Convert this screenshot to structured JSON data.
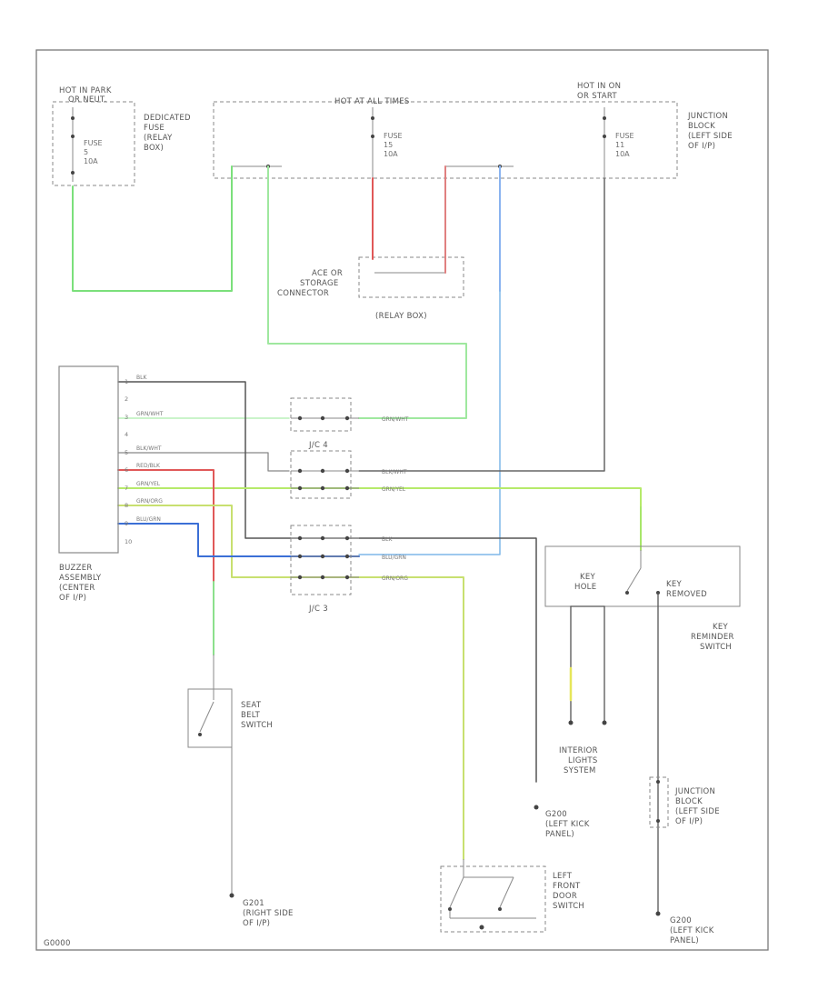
{
  "colors": {
    "green": "#7be07b",
    "orange_green": "#a8e66a",
    "red": "#e05858",
    "blue": "#3b6fd6",
    "light_blue": "#7fb7e8",
    "black": "#555555",
    "yellow": "#e6e65a",
    "frame": "#7a7a7a"
  },
  "power": {
    "hot_in_park": [
      "HOT IN PARK",
      "OR NEUT."
    ],
    "fuse5": [
      "FUSE",
      "5",
      "10A"
    ],
    "dedicated_fuse": [
      "DEDICATED",
      "FUSE",
      "(RELAY",
      "BOX)"
    ],
    "hot_at_all_times": "HOT AT ALL TIMES",
    "fuse15": [
      "FUSE",
      "15",
      "10A"
    ],
    "hot_in_on": [
      "HOT IN ON",
      "OR START"
    ],
    "fuse11": [
      "FUSE",
      "11",
      "10A"
    ],
    "junction_block": [
      "JUNCTION",
      "BLOCK",
      "(LEFT SIDE",
      "OF I/P)"
    ]
  },
  "relay": {
    "storage": [
      "ACE OR",
      "STORAGE",
      "CONNECTOR"
    ],
    "relay_box": "(RELAY BOX)"
  },
  "buzzer": {
    "label": [
      "BUZZER",
      "ASSEMBLY",
      "(CENTER",
      "OF I/P)"
    ],
    "pins": [
      "1",
      "2",
      "3",
      "4",
      "5",
      "6",
      "7",
      "8",
      "9",
      "10"
    ],
    "wire_labels": [
      "BLK",
      "GRN/WHT",
      "BLK/WHT",
      "RED/BLK",
      "GRN/YEL",
      "GRN/ORG",
      "BLU/GRN"
    ]
  },
  "jc": {
    "jc4": "J/C 4",
    "jc3": "J/C 3",
    "wires": [
      "GRN/WHT",
      "BLK/WHT",
      "GRN/YEL",
      "BLK",
      "BLU/GRN",
      "GRN/ORG"
    ]
  },
  "key": {
    "hole": [
      "KEY",
      "HOLE"
    ],
    "removed": [
      "KEY",
      "REMOVED"
    ],
    "reminder": [
      "KEY",
      "REMINDER",
      "SWITCH"
    ]
  },
  "interior": [
    "INTERIOR",
    "LIGHTS",
    "SYSTEM"
  ],
  "seat_belt": [
    "SEAT",
    "BELT",
    "SWITCH"
  ],
  "g201": [
    "G201",
    "(RIGHT SIDE",
    "OF I/P)"
  ],
  "g200_mid": [
    "G200",
    "(LEFT KICK",
    "PANEL)"
  ],
  "junction_block2": [
    "JUNCTION",
    "BLOCK",
    "(LEFT SIDE",
    "OF I/P)"
  ],
  "g200_right": [
    "G200",
    "(LEFT KICK",
    "PANEL)"
  ],
  "door": [
    "LEFT",
    "FRONT",
    "DOOR",
    "SWITCH"
  ],
  "code": "G0000"
}
